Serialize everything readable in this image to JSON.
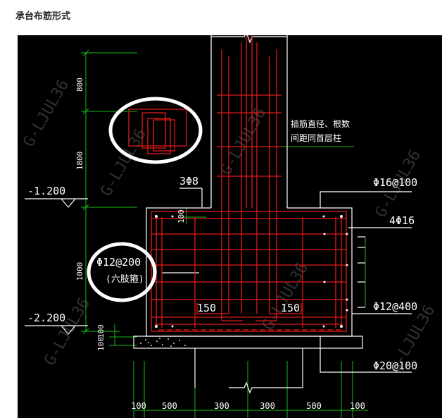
{
  "page": {
    "heading": "承台布筋形式"
  },
  "colors": {
    "background": "#000000",
    "rebar": "#e11a1a",
    "dimension": "#18b818",
    "outline": "#ffffff",
    "highlight_circle": "#ffffff",
    "watermark": "#6a6a6a"
  },
  "drawing": {
    "elevations": {
      "top": "-1.200",
      "bottom": "-2.200"
    },
    "vertical_dims": {
      "d1": "800",
      "d2": "1800",
      "d3": "1000",
      "d4": "100",
      "d5": "100",
      "d6": "100"
    },
    "horizontal_dims": {
      "h1": "100",
      "h2": "500",
      "h3": "300",
      "h4": "300",
      "h5": "500",
      "h6": "100"
    },
    "labels": {
      "stirrup_column": "3Φ8",
      "column_note_line1": "插筋直径、根数",
      "column_note_line2": "间距同首层柱",
      "top_bar": "Φ16@100",
      "side_bars": "4Φ16",
      "side_stirrup": "Φ12@400",
      "bottom_bar": "Φ20@100",
      "main_stirrup": "Φ12@200",
      "stirrup_type": "(六肢箍)",
      "hook_left": "150",
      "hook_right": "150"
    },
    "watermark": "G-LJUL36"
  }
}
